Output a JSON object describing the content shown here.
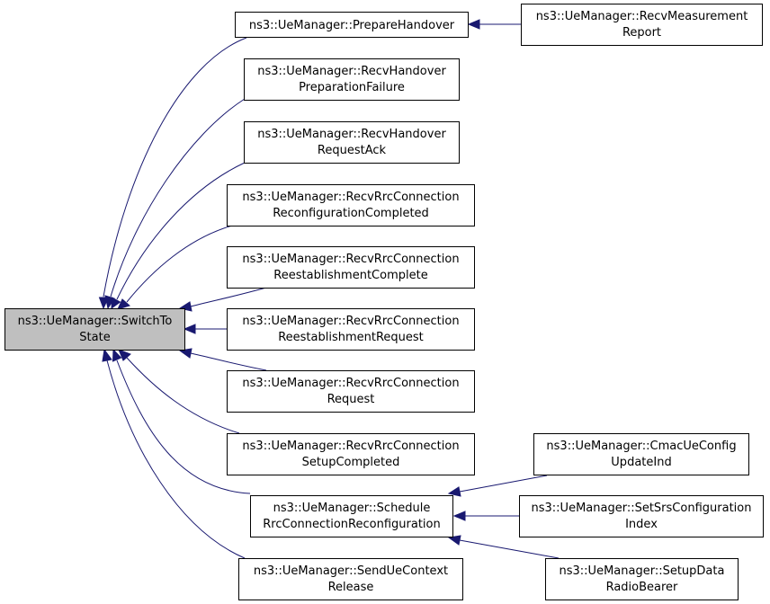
{
  "graph": {
    "title": "",
    "colors": {
      "edge": "#191970",
      "root_fill": "#bfbfbf",
      "node_fill": "#ffffff",
      "node_border": "#000000"
    },
    "nodes": {
      "switchToState": {
        "line1": "ns3::UeManager::SwitchTo",
        "line2": "State"
      },
      "prepareHandover": {
        "line1": "ns3::UeManager::PrepareHandover",
        "line2": ""
      },
      "recvMeasurementReport": {
        "line1": "ns3::UeManager::RecvMeasurement",
        "line2": "Report"
      },
      "recvHandoverPreparationFailure": {
        "line1": "ns3::UeManager::RecvHandover",
        "line2": "PreparationFailure"
      },
      "recvHandoverRequestAck": {
        "line1": "ns3::UeManager::RecvHandover",
        "line2": "RequestAck"
      },
      "recvRrcConnectionReconfigurationCompleted": {
        "line1": "ns3::UeManager::RecvRrcConnection",
        "line2": "ReconfigurationCompleted"
      },
      "recvRrcConnectionReestablishmentComplete": {
        "line1": "ns3::UeManager::RecvRrcConnection",
        "line2": "ReestablishmentComplete"
      },
      "recvRrcConnectionReestablishmentRequest": {
        "line1": "ns3::UeManager::RecvRrcConnection",
        "line2": "ReestablishmentRequest"
      },
      "recvRrcConnectionRequest": {
        "line1": "ns3::UeManager::RecvRrcConnection",
        "line2": "Request"
      },
      "recvRrcConnectionSetupCompleted": {
        "line1": "ns3::UeManager::RecvRrcConnection",
        "line2": "SetupCompleted"
      },
      "scheduleRrcConnectionReconfiguration": {
        "line1": "ns3::UeManager::Schedule",
        "line2": "RrcConnectionReconfiguration"
      },
      "cmacUeConfigUpdateInd": {
        "line1": "ns3::UeManager::CmacUeConfig",
        "line2": "UpdateInd"
      },
      "setSrsConfigurationIndex": {
        "line1": "ns3::UeManager::SetSrsConfiguration",
        "line2": "Index"
      },
      "setupDataRadioBearer": {
        "line1": "ns3::UeManager::SetupData",
        "line2": "RadioBearer"
      },
      "sendUeContextRelease": {
        "line1": "ns3::UeManager::SendUeContext",
        "line2": "Release"
      }
    }
  }
}
